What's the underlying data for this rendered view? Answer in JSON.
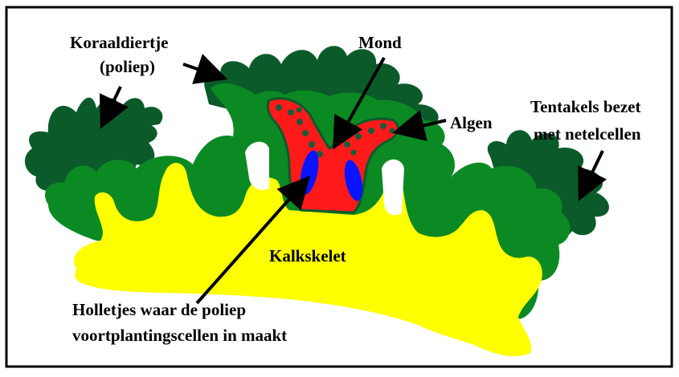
{
  "colors": {
    "frame": "#000000",
    "background": "#ffffff",
    "skeleton": "#ffff00",
    "tissue": "#0b8a23",
    "tentacle_dark": "#0b5a2a",
    "algae_tissue": "#ff1a1a",
    "cavity": "#0a14ff",
    "algae_dot": "#1a5a3a"
  },
  "labels": {
    "polyp_line1": "Koraaldiertje",
    "polyp_line2": "(poliep)",
    "mouth": "Mond",
    "algae": "Algen",
    "tentacles_line1": "Tentakels bezet",
    "tentacles_line2": "met netelcellen",
    "skeleton": "Kalkskelet",
    "cavities_line1": "Holletjes waar de poliep",
    "cavities_line2": "voortplantingscellen in maakt"
  }
}
